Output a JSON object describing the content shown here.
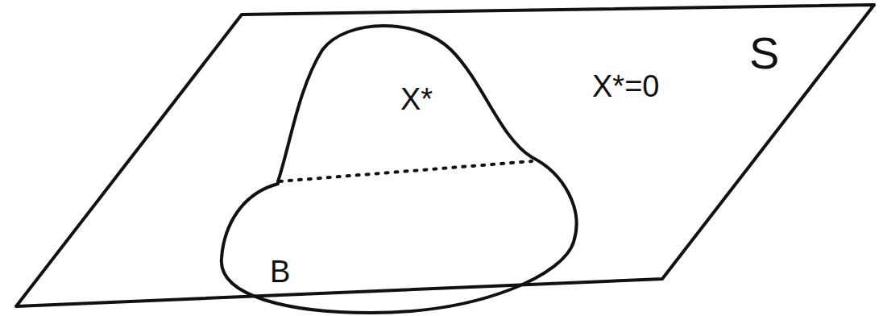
{
  "diagram": {
    "nodes": [
      {
        "text": [
          "X*=0",
          "S"
        ]
      },
      {
        "text": [
          "X*",
          "B"
        ],
        "in": 0
      }
    ]
  }
}
